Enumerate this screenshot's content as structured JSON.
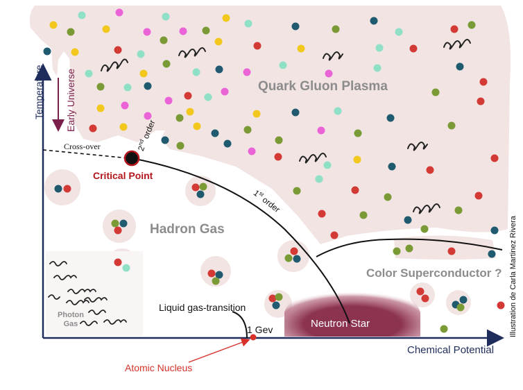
{
  "diagram": {
    "regions": {
      "quark_gluon_plasma": "Quark Gluon Plasma",
      "hadron_gas": "Hadron Gas",
      "color_superconductor": "Color Superconductor ?",
      "neutron_star": "Neutron Star",
      "photon_gas": "Photon Gas"
    },
    "axes": {
      "y_label": "Temperature",
      "x_label": "Chemical Potential",
      "x_tick": "1 Gev"
    },
    "labels": {
      "early_universe": "Early Universe",
      "cross_over": "Cross-over",
      "second_order_num": "2",
      "second_order_sup": "nd",
      "second_order_word": "order",
      "first_order_num": "1",
      "first_order_sup": "st",
      "first_order_word": "order",
      "critical_point": "Critical Point",
      "liquid_gas": "Liquid gas-transition",
      "atomic_nucleus": "Atomic Nucleus"
    },
    "credit": "Illustration de Carla Martinez Rivera",
    "colors": {
      "plasma_bg": "#f1e4e3",
      "axis": "#1f2d5c",
      "critical": "#b3161c",
      "early_universe": "#7a1f4a",
      "atomic": "#d6322a",
      "neutron_star": "#8c3350",
      "region_text": "#8c8c8c",
      "quark_red": "#d33a35",
      "quark_green": "#7a9a35",
      "quark_blue": "#1f5a6e",
      "quark_yellow": "#f2c81e",
      "quark_pink": "#ea64d8",
      "quark_mint": "#8fe0c7"
    }
  }
}
